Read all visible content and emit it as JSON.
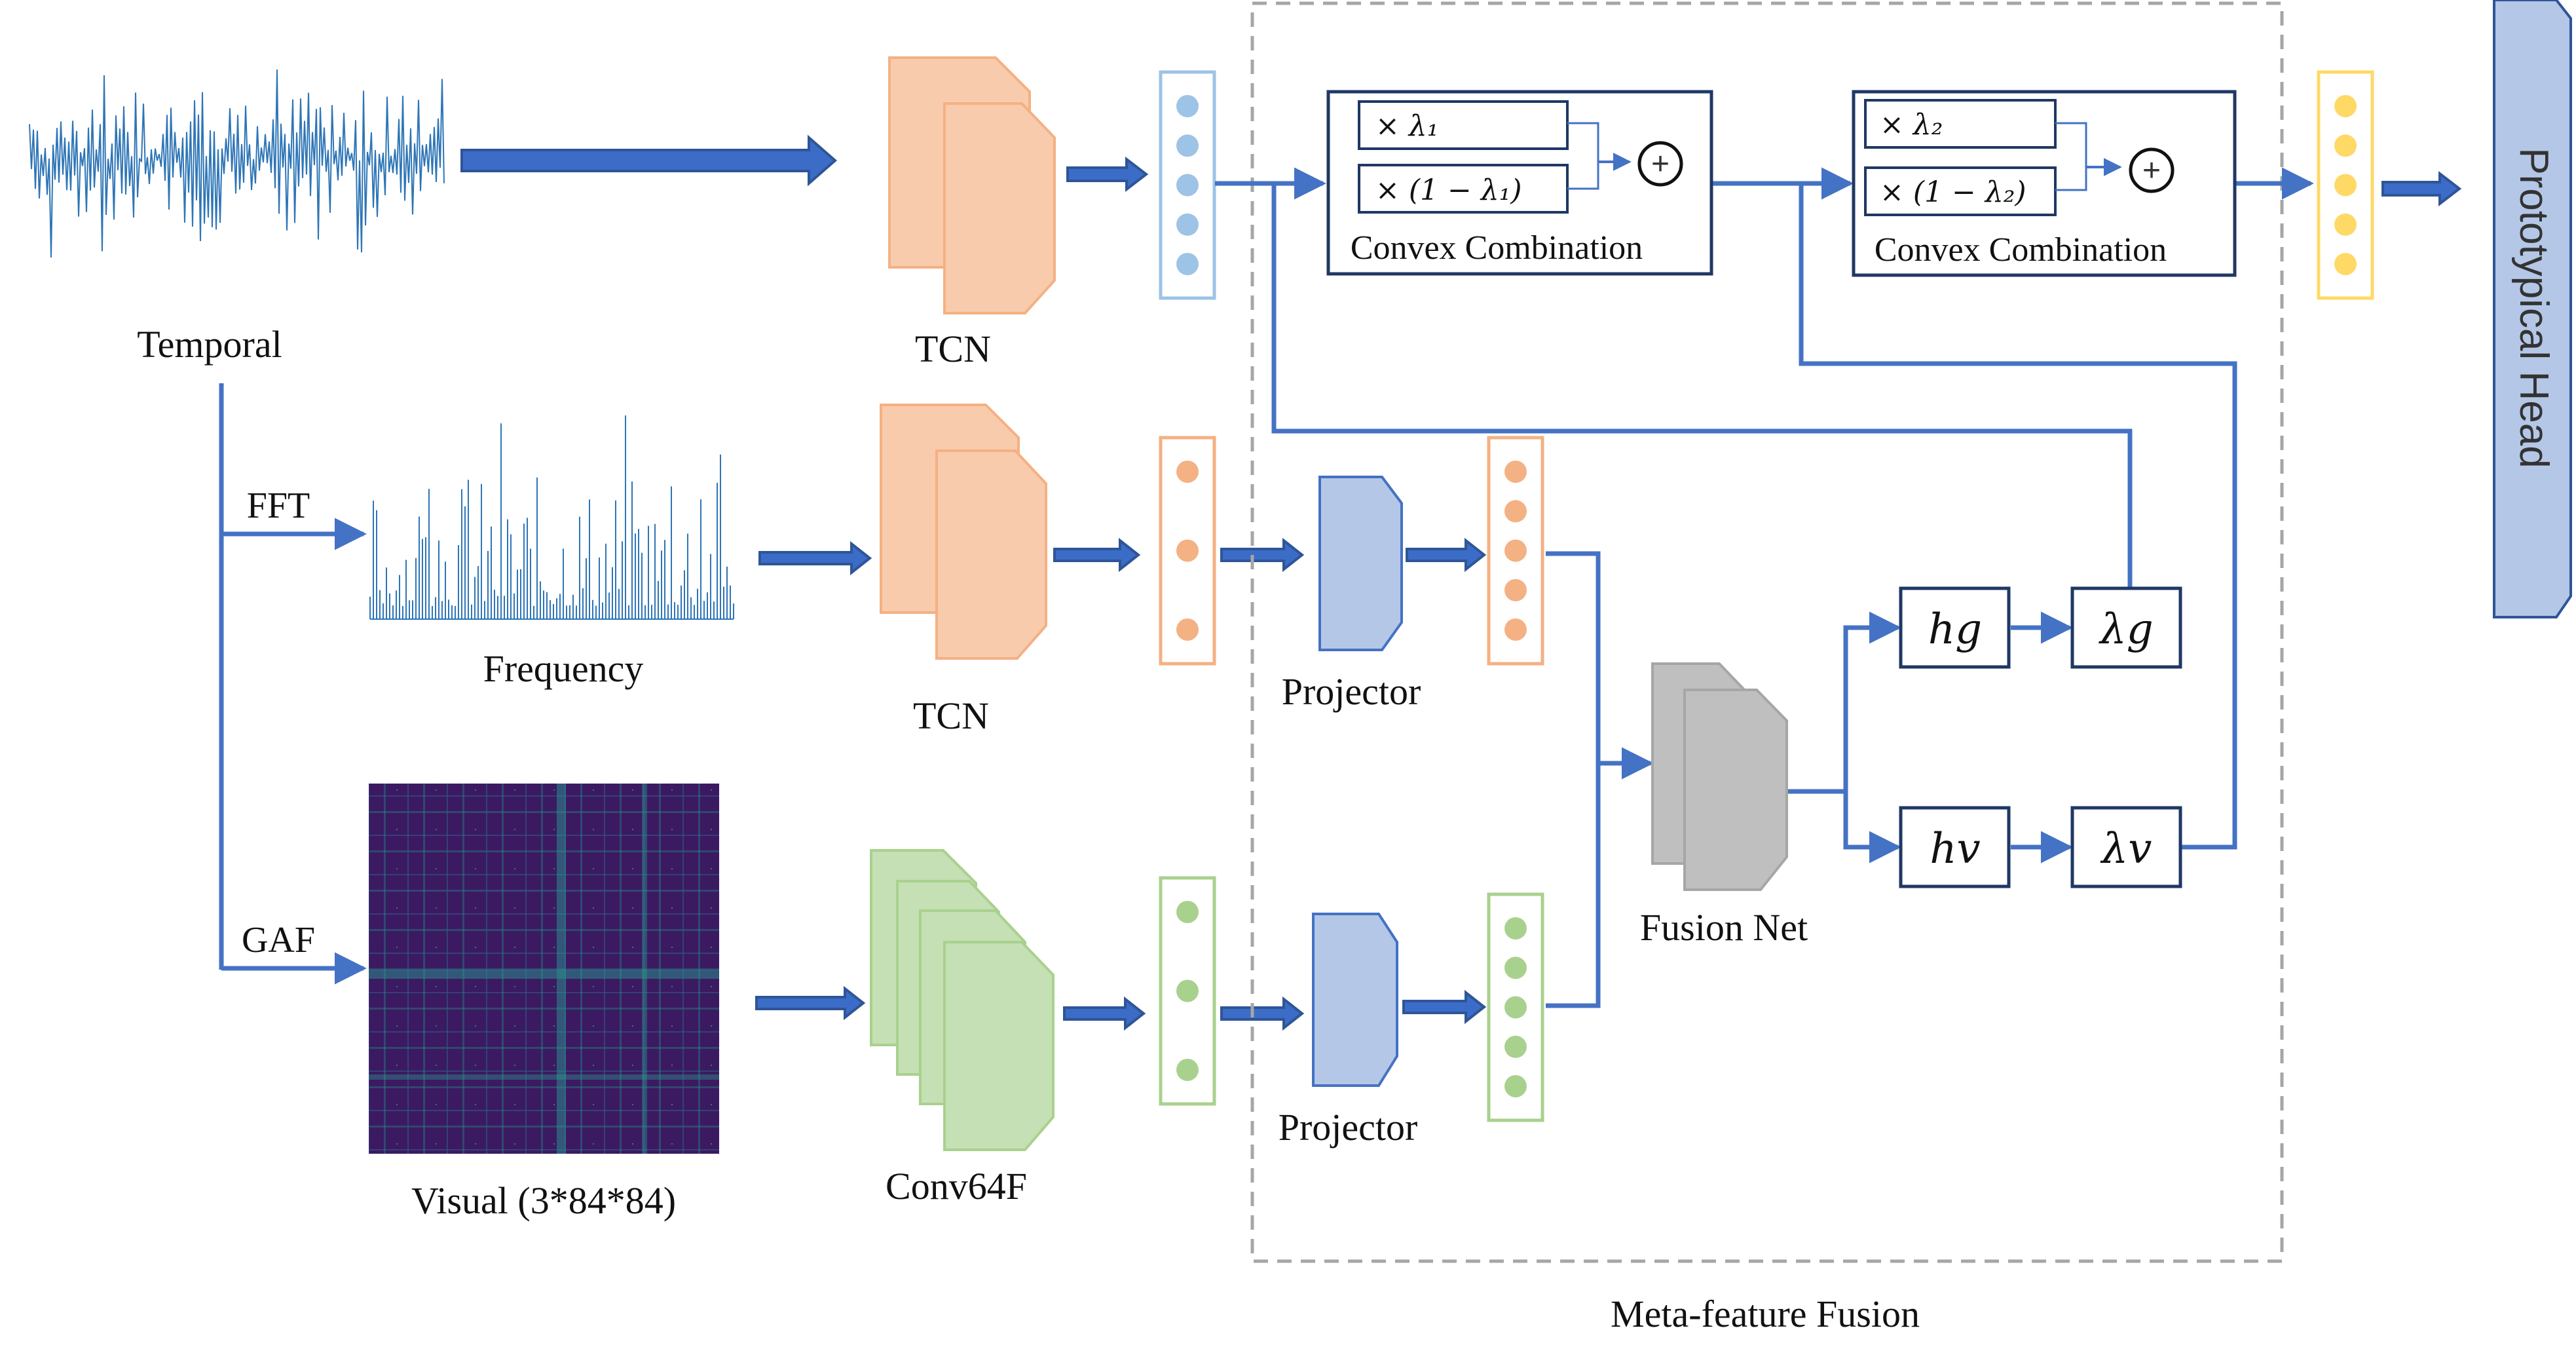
{
  "labels": {
    "temporal": "Temporal",
    "fft": "FFT",
    "frequency": "Frequency",
    "gaf": "GAF",
    "visual": "Visual (3*84*84)",
    "tcn_top": "TCN",
    "tcn_mid": "TCN",
    "conv64f": "Conv64F",
    "projector_mid": "Projector",
    "projector_bot": "Projector",
    "fusion_net": "Fusion Net",
    "meta_feature_fusion": "Meta-feature Fusion",
    "prototypical_head": "Prototypical Head"
  },
  "convex1": {
    "row1": "× λ₁",
    "row2": "× (1 − λ₁)",
    "title": "Convex Combination",
    "plus": "+"
  },
  "convex2": {
    "row1": "× λ₂",
    "row2": "× (1 − λ₂)",
    "title": "Convex Combination",
    "plus": "+"
  },
  "gates": {
    "hg": "hg",
    "hv": "hv",
    "lambda_g": "λg",
    "lambda_v": "λv"
  },
  "colors": {
    "arrow_blue": "#2f5597",
    "arrow_fill": "#3b6cc7",
    "line_blue": "#4472c4",
    "tcn_orange_fill": "#f8cbad",
    "tcn_orange_stroke": "#f4b183",
    "conv_green_fill": "#c5e0b4",
    "conv_green_stroke": "#a9d18e",
    "projector_fill": "#b4c7e7",
    "projector_stroke": "#4472c4",
    "fusion_gray": "#bfbfbf",
    "dot_blue": "#9dc3e6",
    "dot_orange": "#f4b183",
    "dot_green": "#a9d18e",
    "dot_yellow": "#ffd966",
    "dashed_gray": "#a6a6a6",
    "heatmap_dark": "#3b1a62",
    "signal_blue": "#2e75b6"
  },
  "icons": {
    "waveform": "temporal-waveform-icon",
    "spectrum": "frequency-spectrum-icon",
    "gaf_image": "gaf-heatmap-icon"
  }
}
